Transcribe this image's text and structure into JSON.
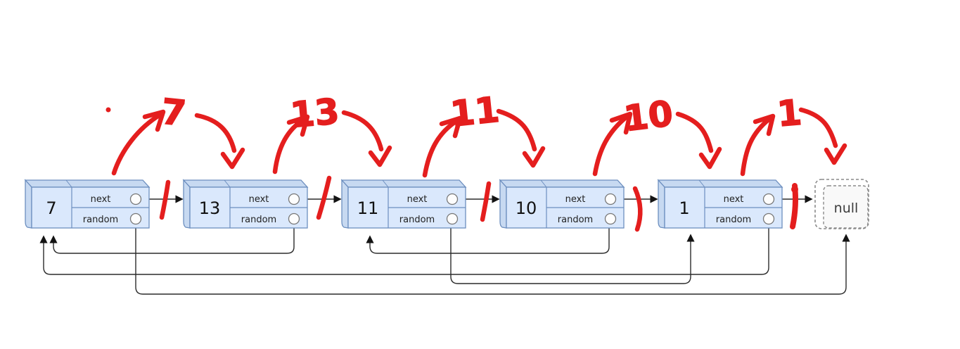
{
  "diagram": {
    "node_labels": {
      "next": "next",
      "random": "random"
    },
    "nodes": [
      {
        "value": "7",
        "random_target": "null"
      },
      {
        "value": "13",
        "random_target": "7"
      },
      {
        "value": "11",
        "random_target": "1"
      },
      {
        "value": "10",
        "random_target": "11"
      },
      {
        "value": "1",
        "random_target": "7"
      }
    ],
    "next_chain": [
      "7",
      "13",
      "11",
      "10",
      "1",
      "null"
    ],
    "terminator_label": "null",
    "annotations": {
      "numbers": [
        "7",
        "13",
        "11",
        "10",
        "1"
      ]
    },
    "colors": {
      "node_fill": "#dae8fc",
      "node_bevel": "#c7d9f1",
      "node_edge": "#6c8ebf",
      "circle_fill": "#fdfdfd",
      "circle_edge": "#787878",
      "line_black": "#2b2b2b",
      "red_ink": "#e41e1e",
      "null_fill": "#f9f9f9",
      "null_edge": "#8a8a8a"
    }
  }
}
